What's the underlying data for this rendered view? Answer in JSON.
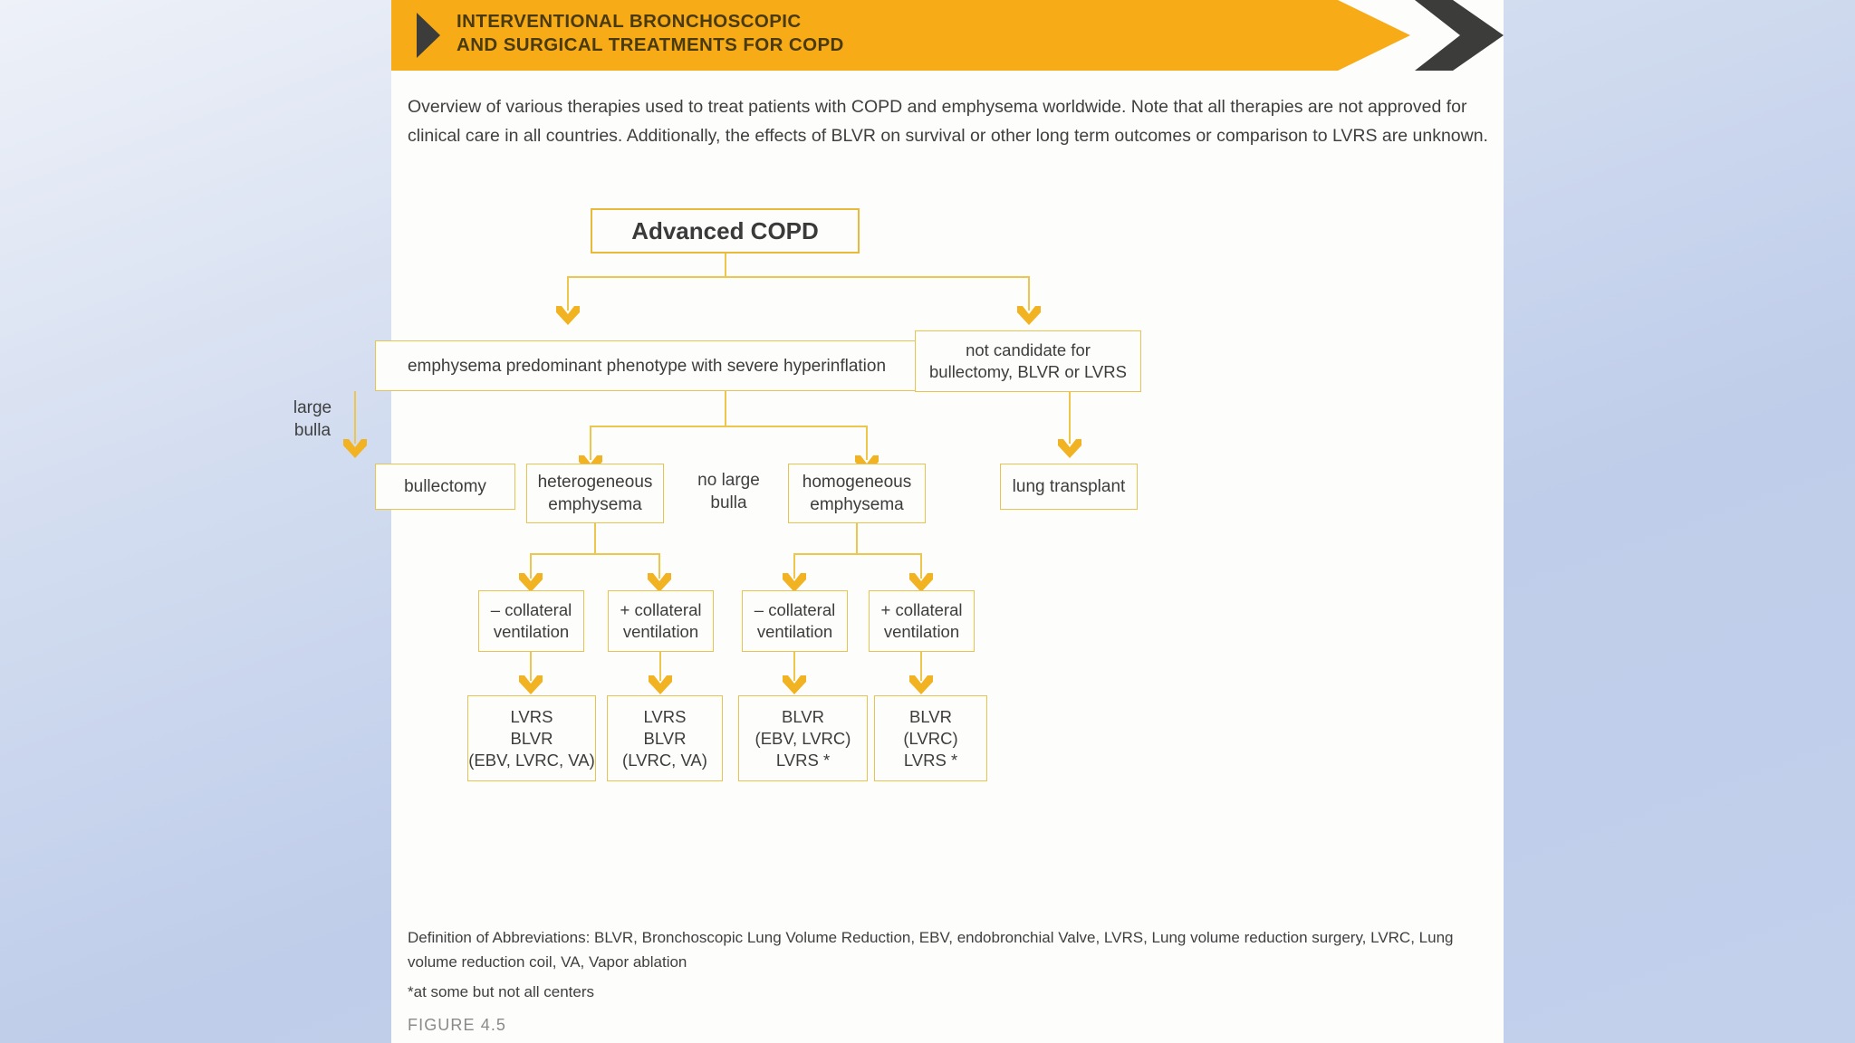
{
  "header": {
    "title": "INTERVENTIONAL BRONCHOSCOPIC\nAND SURGICAL TREATMENTS FOR COPD",
    "banner_color": "#f7ab16",
    "tail_color": "#3c3c3b"
  },
  "intro": "Overview of various therapies used to treat patients with COPD and emphysema worldwide. Note that all therapies are not approved for clinical care in all countries. Additionally, the effects of BLVR on survival or other long term outcomes or comparison to LVRS are unknown.",
  "chart_data": {
    "type": "diagram",
    "title": "Advanced COPD treatment decision tree",
    "accent_color": "#edc64d",
    "nodes": {
      "root": "Advanced COPD",
      "emphysema_phenotype": "emphysema predominant phenotype with severe hyperinflation",
      "not_candidate": "not candidate for\nbullectomy, BLVR or LVRS",
      "bullectomy": "bullectomy",
      "heterogeneous": "heterogeneous\nemphysema",
      "homogeneous": "homogeneous\nemphysema",
      "lung_transplant": "lung transplant",
      "het_minus_cv": "– collateral\nventilation",
      "het_plus_cv": "+ collateral\nventilation",
      "hom_minus_cv": "– collateral\nventilation",
      "hom_plus_cv": "+ collateral\nventilation",
      "treat_het_minus": "LVRS\nBLVR\n(EBV, LVRC, VA)",
      "treat_het_plus": "LVRS\nBLVR\n(LVRC, VA)",
      "treat_hom_minus": "BLVR\n(EBV, LVRC)\nLVRS *",
      "treat_hom_plus": "BLVR\n(LVRC)\nLVRS *"
    },
    "edge_labels": {
      "large_bulla": "large\nbulla",
      "no_large_bulla": "no large\nbulla"
    }
  },
  "footer": {
    "abbreviations": "Definition of Abbreviations: BLVR, Bronchoscopic Lung Volume Reduction, EBV, endobronchial Valve, LVRS, Lung volume reduction surgery, LVRC, Lung volume reduction coil, VA, Vapor ablation",
    "note": "*at some but not all centers",
    "figure_number": "FIGURE 4.5"
  }
}
